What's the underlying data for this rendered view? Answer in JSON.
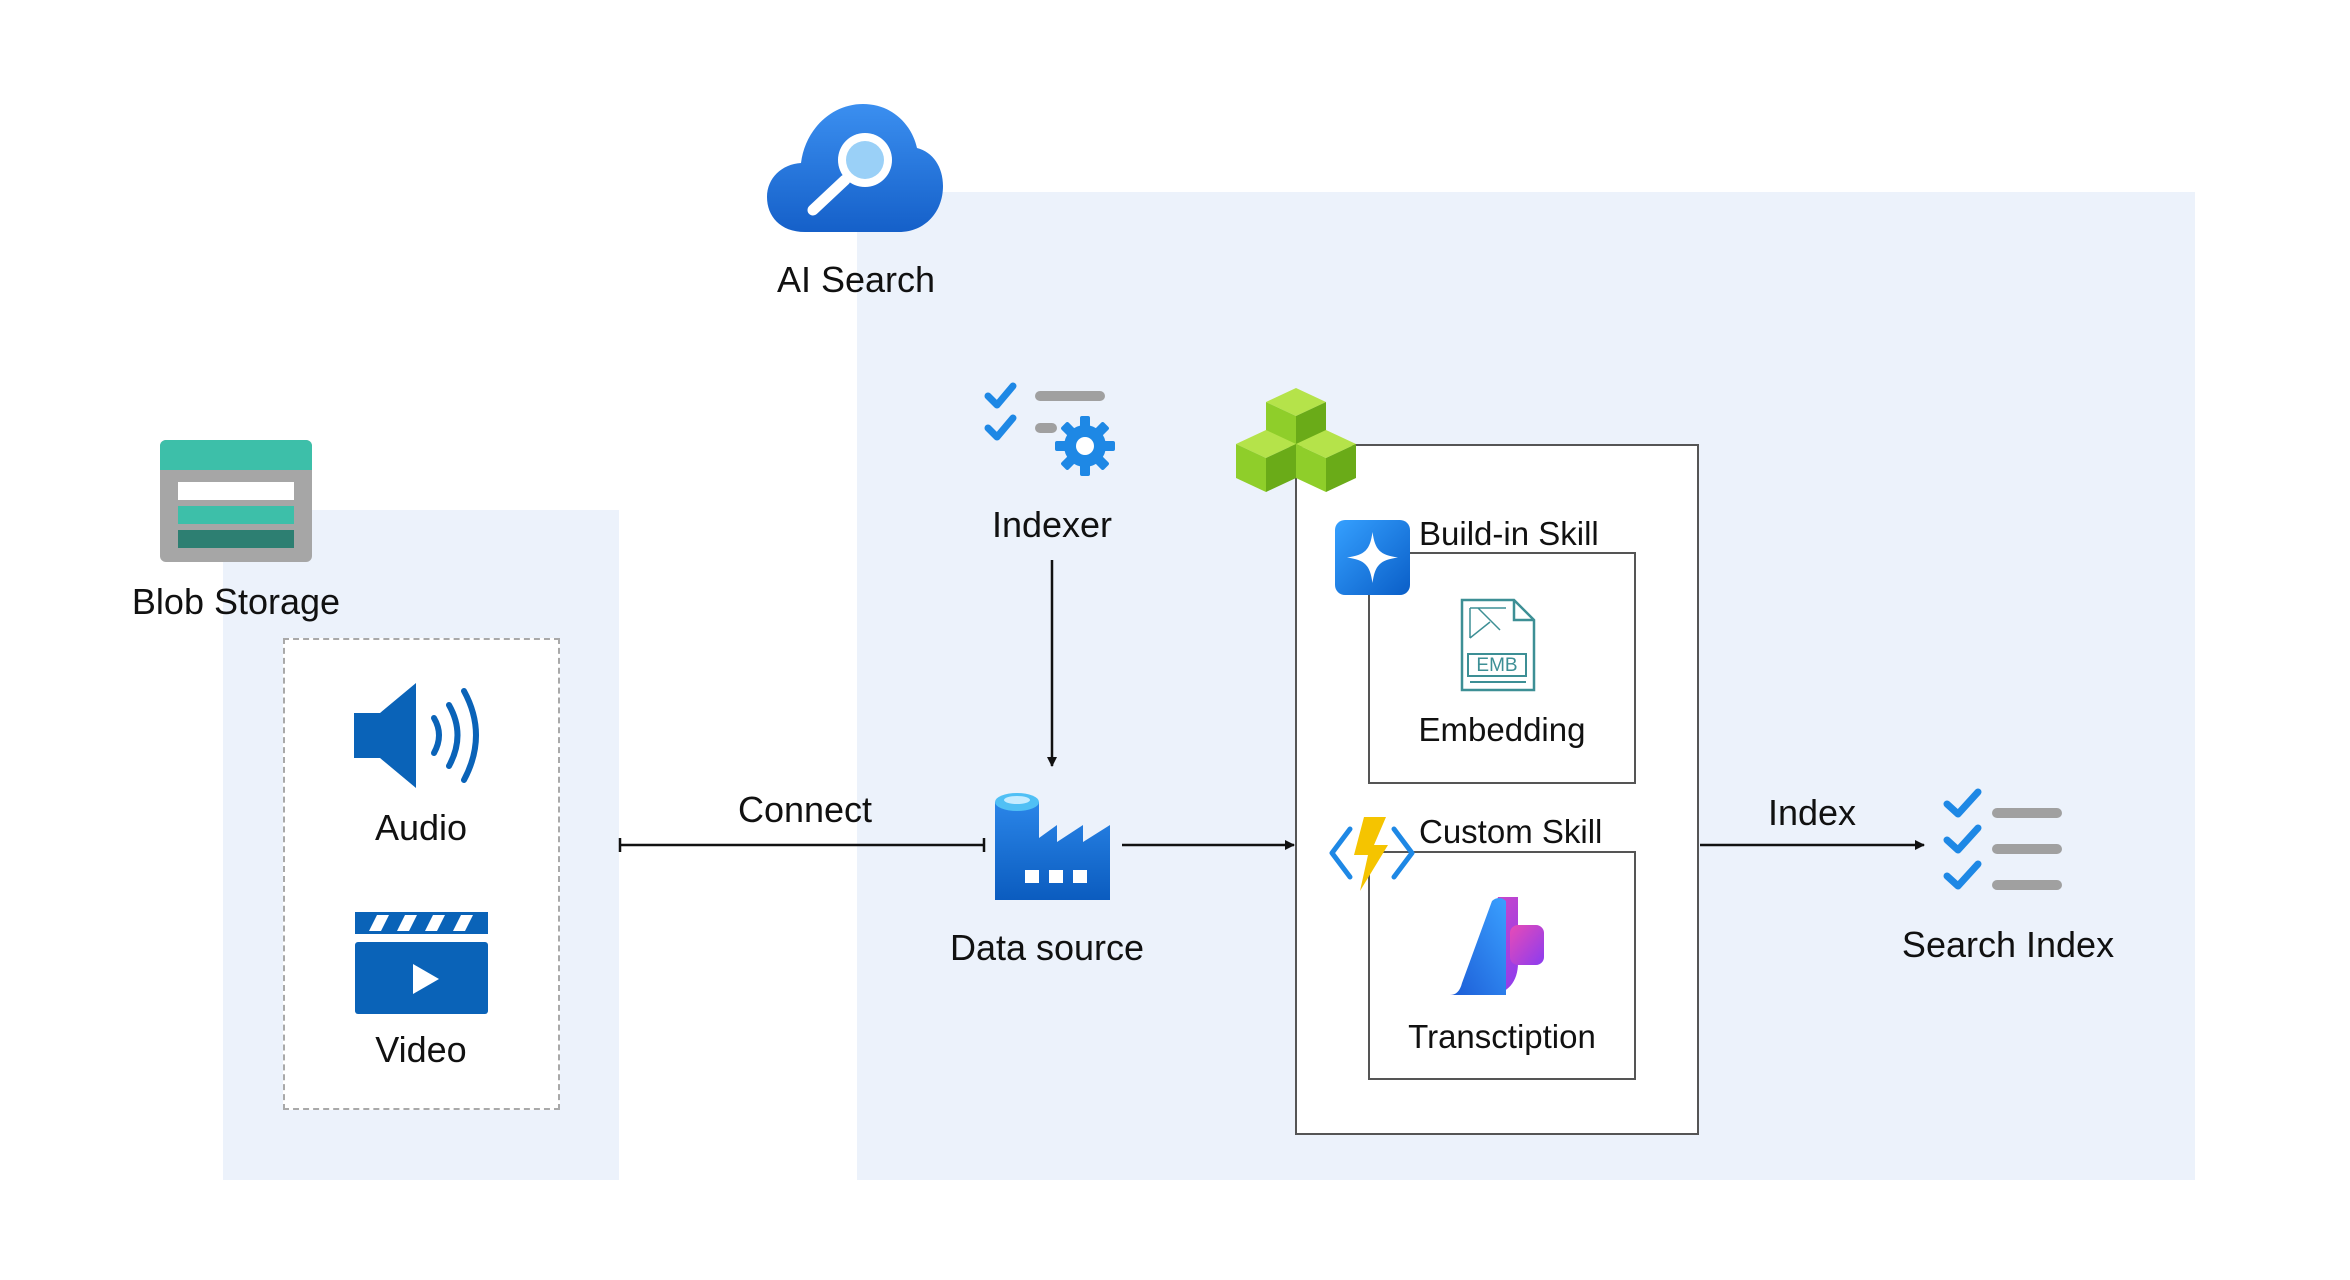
{
  "labels": {
    "ai_search": "AI Search",
    "blob_storage": "Blob Storage",
    "audio": "Audio",
    "video": "Video",
    "indexer": "Indexer",
    "data_source": "Data source",
    "connect": "Connect",
    "build_in_skill": "Build-in Skill",
    "embedding": "Embedding",
    "emb_doc_text": "EMB",
    "custom_skill": "Custom Skill",
    "transcription": "Transctiption",
    "index": "Index",
    "search_index": "Search Index"
  },
  "colors": {
    "panel_bg": "#ecf2fb",
    "azure_blue": "#1e6fd9",
    "media_blue": "#0a63b8",
    "storage_teal": "#3dbfa9",
    "cube_green": "#8fce2a",
    "emb_teal": "#3d8f95",
    "lightning_yellow": "#f5c400"
  },
  "icons": {
    "ai_search": "cloud-search-icon",
    "blob_storage": "storage-account-icon",
    "audio": "speaker-icon",
    "video": "clapperboard-icon",
    "indexer": "indexer-gear-icon",
    "data_source": "data-factory-icon",
    "skillset": "green-cubes-icon",
    "build_in_skill": "sparkle-icon",
    "embedding": "emb-document-icon",
    "custom_skill": "function-lightning-icon",
    "transcription": "ai-studio-icon",
    "search_index": "checklist-icon"
  }
}
